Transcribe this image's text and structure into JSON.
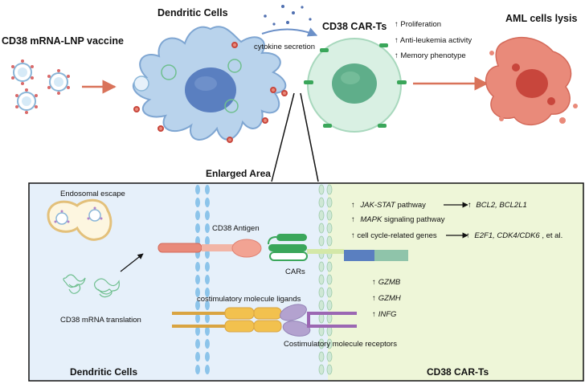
{
  "top": {
    "vaccine_title": "CD38 mRNA-LNP vaccine",
    "dc_title": "Dendritic Cells",
    "cytokine_label": "cytokine secretion",
    "cart_title": "CD38 CAR-Ts",
    "effects": [
      "↑ Proliferation",
      "↑ Anti-leukemia activity",
      "↑ Memory phenotype"
    ],
    "aml_title": "AML cells lysis",
    "enlarged_label": "Enlarged Area"
  },
  "panel": {
    "endosomal_escape": "Endosomal escape",
    "mrna_translation": "CD38 mRNA translation",
    "cd38_antigen": "CD38 Antigen",
    "cars_label": "CARs",
    "costim_ligands": "costimulatory molecule ligands",
    "costim_receptors": "Costimulatory molecule receptors",
    "left_footer": "Dendritic Cells",
    "right_footer": "CD38 CAR-Ts",
    "pathways": {
      "jak_arrow": "↑",
      "jak_gene": "JAK-STAT",
      "jak_suffix": " pathway",
      "jak_target_arrow": "↑",
      "jak_targets": "BCL2, BCL2L1",
      "mapk_arrow": "↑",
      "mapk_gene": "MAPK",
      "mapk_suffix": " signaling pathway",
      "cc_text": "↑  cell cycle-related genes",
      "cc_target_arrow": "↑",
      "cc_targets": "E2F1, CDK4/CDK6",
      "cc_tail": ", et al."
    },
    "genes": [
      "GZMB",
      "GZMH",
      "INFG"
    ],
    "gene_arrow": "↑"
  },
  "colors": {
    "left_panel_bg": "#e6f0fa",
    "right_panel_bg": "#eef6d8",
    "dc_body": "#b9d3ec",
    "dc_nucleus": "#5a7fc0",
    "cart_body": "#d9f0e3",
    "cart_nucleus": "#5fae8a",
    "aml_body": "#e98a7a",
    "aml_nucleus": "#c8463c",
    "arrow": "#d9735a",
    "membrane": "#8cc4ea",
    "antigen": "#e98a7a",
    "car_green": "#3aa65a",
    "ligand": "#f2c14e",
    "receptor": "#b3a2cf"
  }
}
